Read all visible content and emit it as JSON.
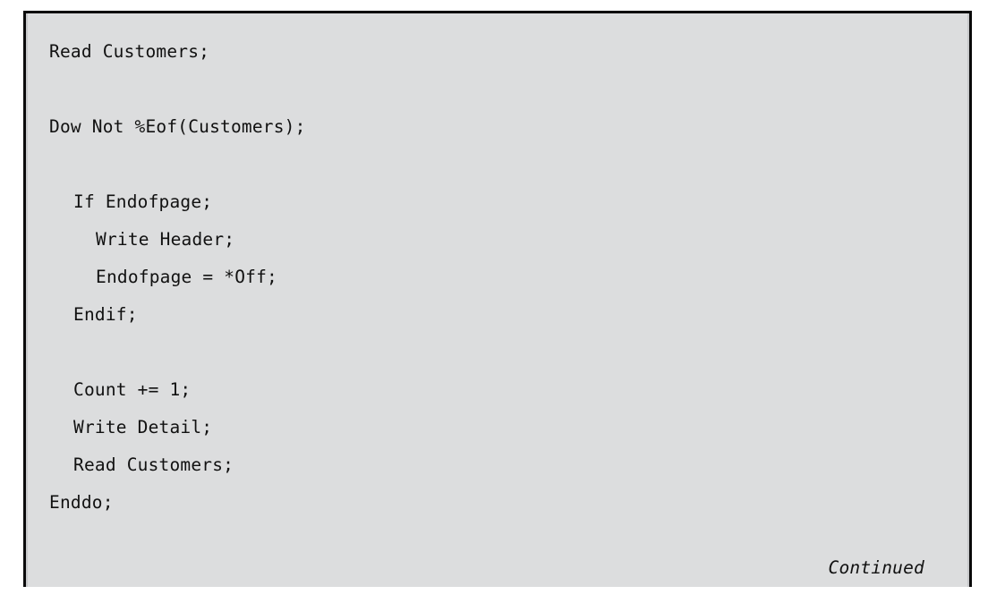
{
  "panel": {
    "background_color": "#DCDDDE",
    "border_color": "#0A0A0A",
    "text_color": "#111111"
  },
  "code": {
    "language": "RPG",
    "lines": [
      {
        "indent": 0,
        "text": "Read Customers;"
      },
      {
        "indent": 0,
        "text": ""
      },
      {
        "indent": 0,
        "text": "Dow Not %Eof(Customers);"
      },
      {
        "indent": 0,
        "text": ""
      },
      {
        "indent": 1,
        "text": "If Endofpage;"
      },
      {
        "indent": 2,
        "text": "Write Header;"
      },
      {
        "indent": 2,
        "text": "Endofpage = *Off;"
      },
      {
        "indent": 1,
        "text": "Endif;"
      },
      {
        "indent": 0,
        "text": ""
      },
      {
        "indent": 1,
        "text": "Count += 1;"
      },
      {
        "indent": 1,
        "text": "Write Detail;"
      },
      {
        "indent": 1,
        "text": "Read Customers;"
      },
      {
        "indent": 0,
        "text": "Enddo;"
      }
    ]
  },
  "footer": {
    "continued_label": "Continued"
  }
}
